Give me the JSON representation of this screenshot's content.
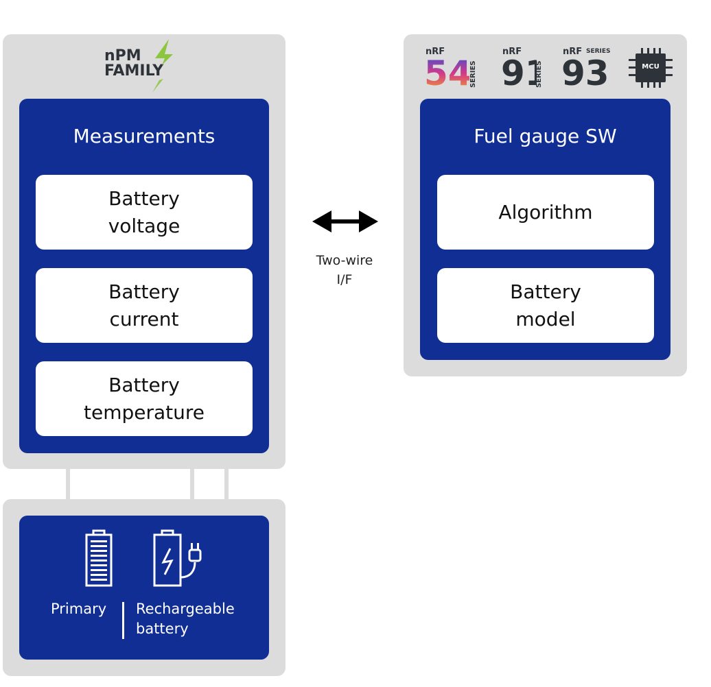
{
  "npm_panel": {
    "logo": {
      "line1": "nPM",
      "line2": "FAMILY",
      "accent_color": "#8cc63f"
    },
    "section_title": "Measurements",
    "items": [
      {
        "line1": "Battery",
        "line2": "voltage"
      },
      {
        "line1": "Battery",
        "line2": "current"
      },
      {
        "line1": "Battery",
        "line2": "temperature"
      }
    ]
  },
  "interface": {
    "arrow_icon": "double-headed-arrow",
    "label_line1": "Two-wire",
    "label_line2": "I/F"
  },
  "mcu_panel": {
    "logos": [
      {
        "prefix": "nRF",
        "number": "54",
        "suffix": "SERIES"
      },
      {
        "prefix": "nRF",
        "number": "91",
        "suffix": "SERIES"
      },
      {
        "prefix": "nRF",
        "number": "93",
        "suffix": "SERIES"
      },
      {
        "chip_label": "MCU"
      }
    ],
    "section_title": "Fuel gauge SW",
    "items": [
      {
        "line1": "Algorithm",
        "line2": ""
      },
      {
        "line1": "Battery",
        "line2": "model"
      }
    ]
  },
  "battery_panel": {
    "primary_label": "Primary",
    "rechargeable_label_line1": "Rechargeable",
    "rechargeable_label_line2": "battery"
  },
  "colors": {
    "panel_gray": "#dcdcdc",
    "nordic_blue": "#102e94",
    "logo_dark": "#2e3339"
  }
}
